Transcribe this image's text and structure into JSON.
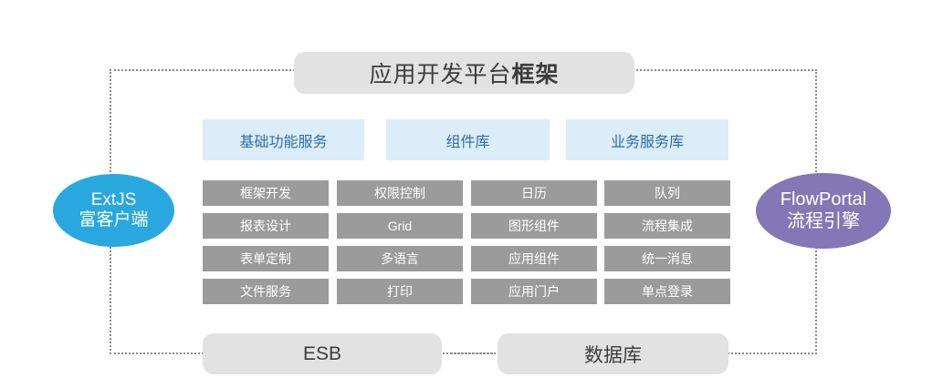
{
  "title": {
    "normal": "应用开发平台",
    "bold": "框架"
  },
  "layer_headers": [
    {
      "label": "基础功能服务"
    },
    {
      "label": "组件库"
    },
    {
      "label": "业务服务库"
    }
  ],
  "grid_columns": [
    {
      "cells": [
        "框架开发",
        "报表设计",
        "表单定制",
        "文件服务"
      ]
    },
    {
      "cells": [
        "权限控制",
        "Grid",
        "多语言",
        "打印"
      ]
    },
    {
      "cells": [
        "日历",
        "图形组件",
        "应用组件",
        "应用门户"
      ]
    },
    {
      "cells": [
        "队列",
        "流程集成",
        "统一消息",
        "单点登录"
      ]
    }
  ],
  "left_node": {
    "line1": "ExtJS",
    "line2": "富客户端"
  },
  "right_node": {
    "line1": "FlowPortal",
    "line2": "流程引擎"
  },
  "bottom": {
    "esb": "ESB",
    "database": "数据库"
  },
  "colors": {
    "pill_gray": "#e2e2e2",
    "header_blue_bg": "#daedf8",
    "header_blue_text": "#2e6da4",
    "cell_gray": "#9b9b9b",
    "cell_text": "#ffffff",
    "left_node": "#29a8df",
    "right_node": "#8377b5",
    "frame_dots": "#8a8a8a",
    "title_text": "#3d3d3d"
  }
}
